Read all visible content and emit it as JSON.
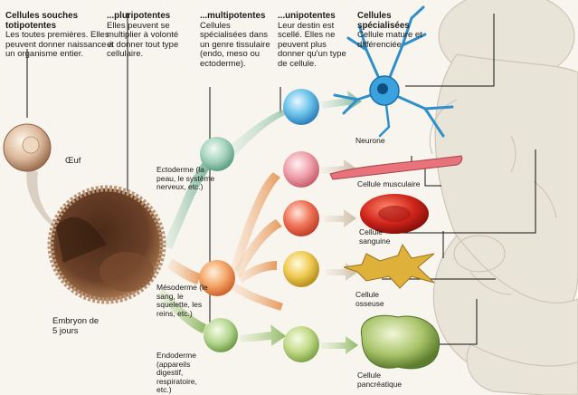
{
  "headers": [
    {
      "title": "Cellules souches totipotentes",
      "body": "Les toutes premières. Elles peuvent donner naissance à un organisme entier."
    },
    {
      "title": "...pluripotentes",
      "body": "Elles peuvent se multiplier à volonté et donner tout type cellulaire."
    },
    {
      "title": "...multipotentes",
      "body": "Cellules spécialisées dans un genre tissulaire (endo, meso ou ectoderme)."
    },
    {
      "title": "...unipotentes",
      "body": "Leur destin est scellé. Elles ne peuvent plus donner qu'un type de cellule."
    },
    {
      "title": "Cellules spécialisées",
      "body": "Cellule mature et différenciée"
    }
  ],
  "labels": {
    "oeuf": "Œuf",
    "embryon": "Embryon de 5 jours",
    "ectoderme": "Ectoderme (la peau, le système nerveux, etc.)",
    "mesoderme": "Mésoderme (le sang, le squelette, les reins, etc.)",
    "endoderme": "Endoderme (appareils digestif, respiratoire, etc.)",
    "neurone": "Neurone",
    "musculaire": "Cellule musculaire",
    "sanguine": "Cellule sanguine",
    "osseuse": "Cellule osseuse",
    "pancreatique": "Cellule pancréatique"
  }
}
